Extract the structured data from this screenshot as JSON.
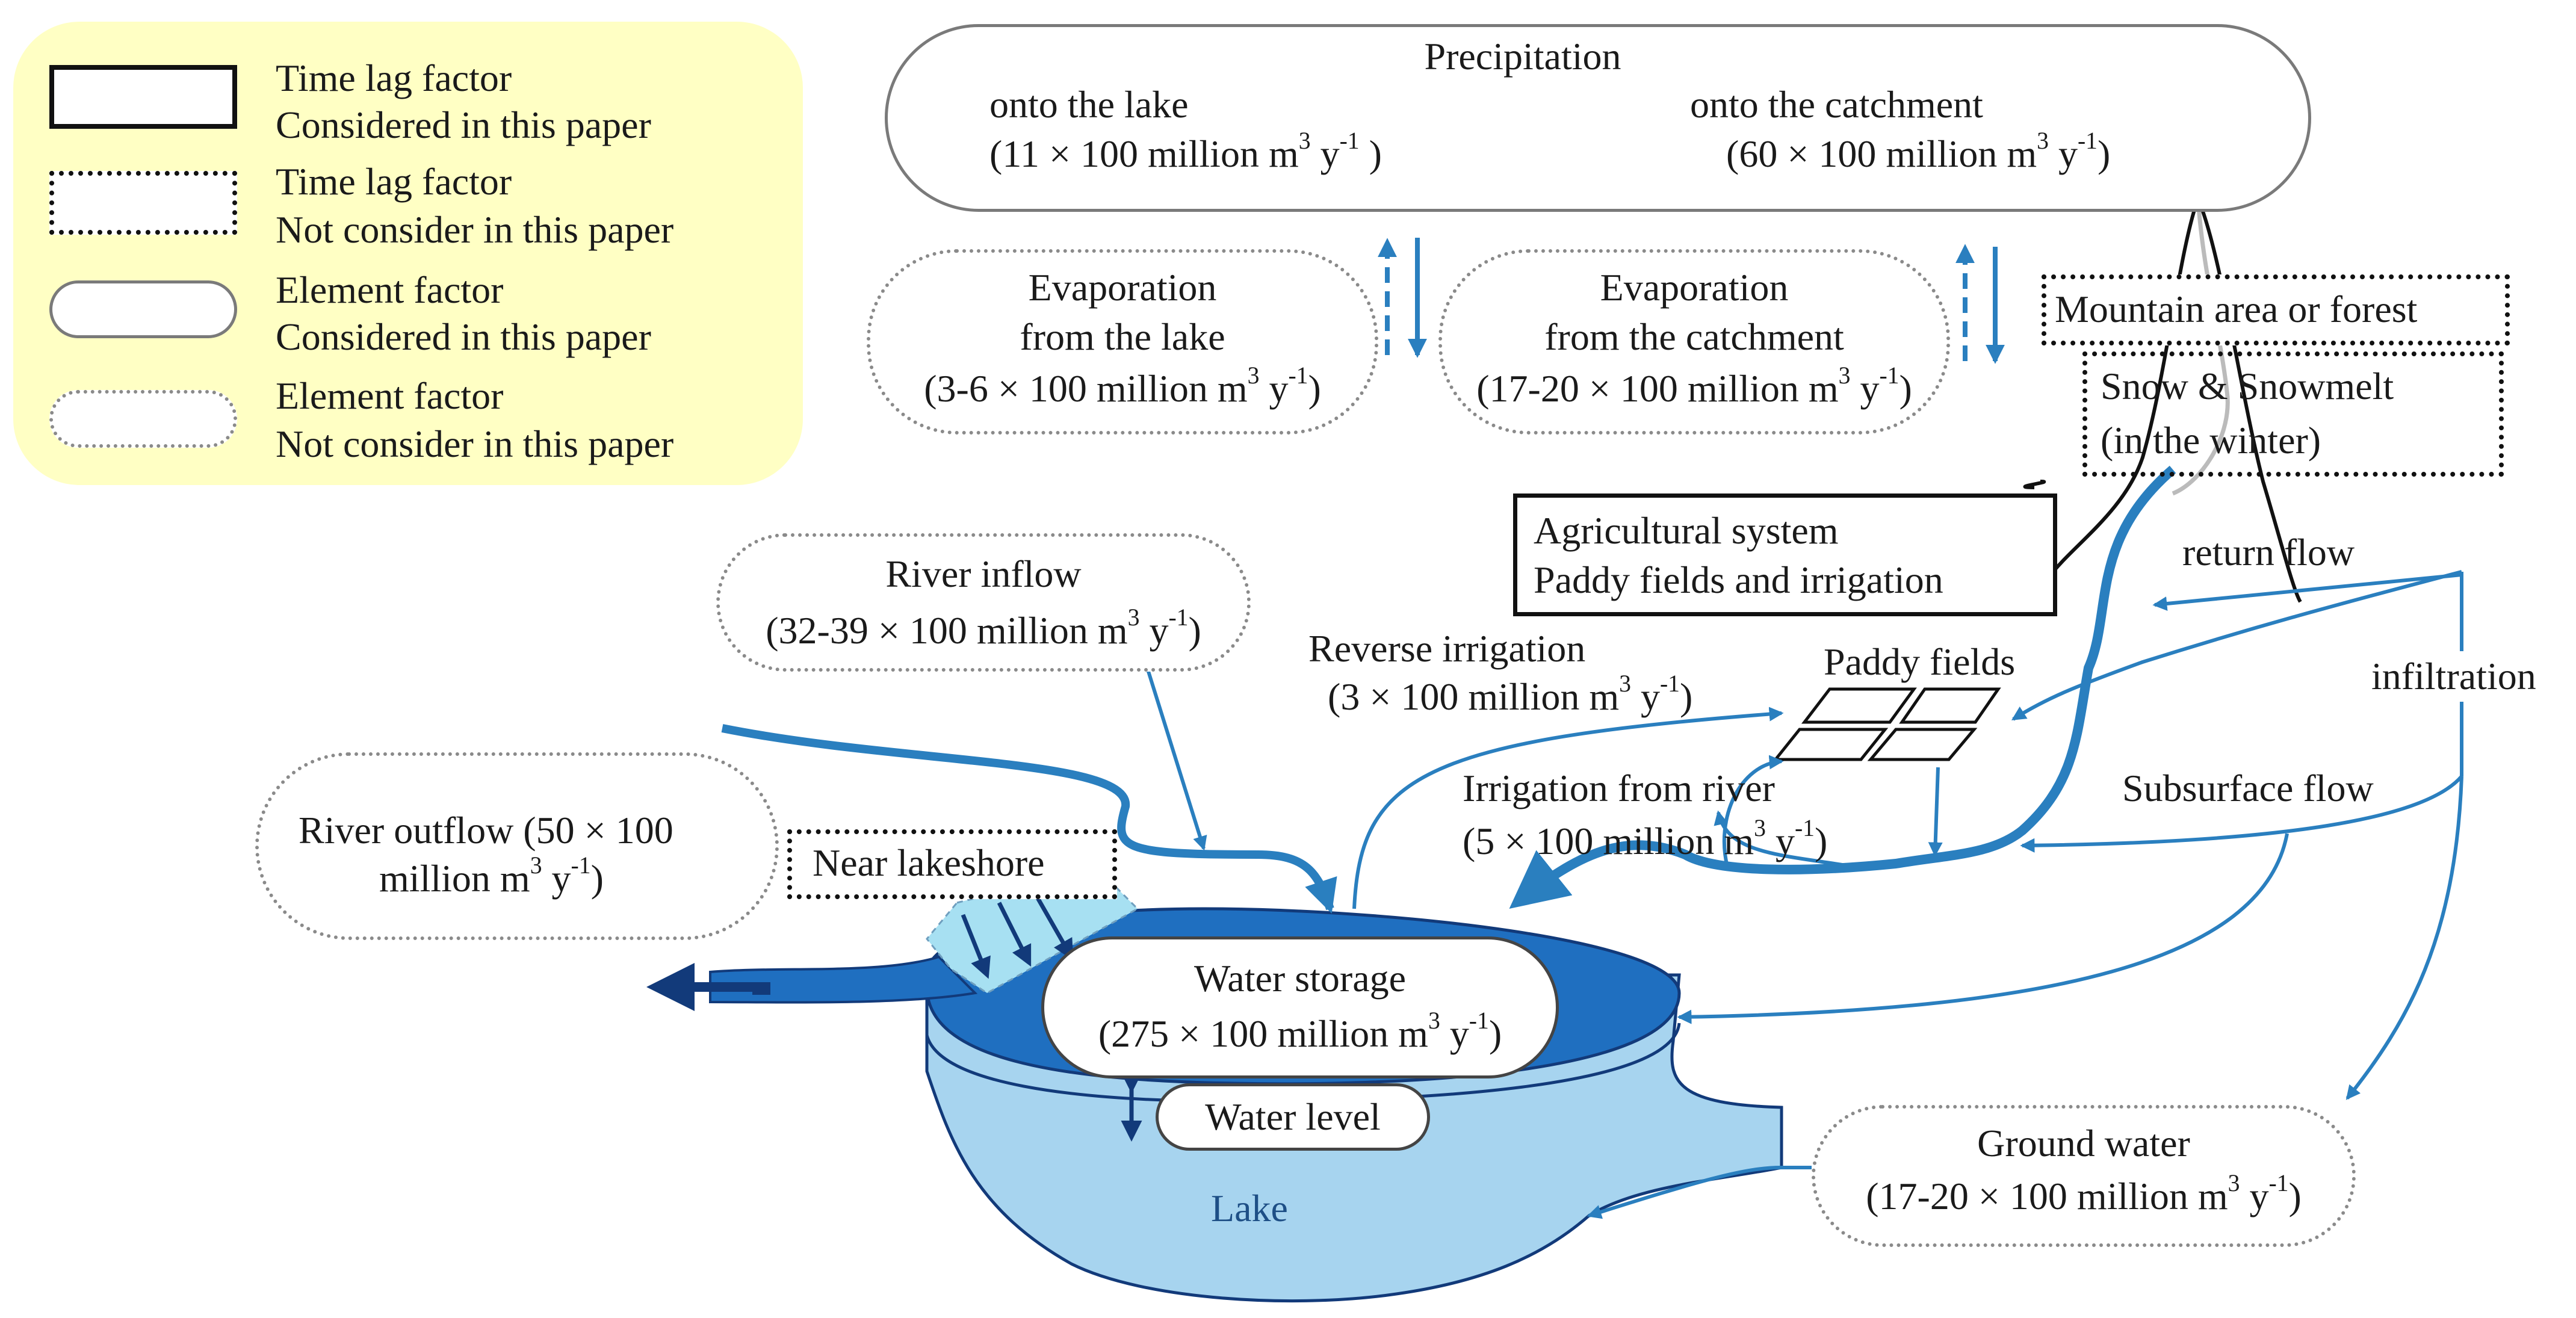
{
  "legend": {
    "items": [
      {
        "line1": "Time lag factor",
        "line2": "Considered in this paper"
      },
      {
        "line1": "Time lag factor",
        "line2": "Not consider in this paper"
      },
      {
        "line1": "Element factor",
        "line2": "Considered in this paper"
      },
      {
        "line1": "Element factor",
        "line2": "Not consider in this paper"
      }
    ]
  },
  "precipitation": {
    "title": "Precipitation",
    "lake_label": "onto the lake",
    "lake_value_pre": "(11 × 100 million m",
    "lake_value_post": " )",
    "catchment_label": "onto the catchment",
    "catchment_value_pre": "(60 × 100 million m",
    "catchment_value_post": ")"
  },
  "evap_lake": {
    "line1": "Evaporation",
    "line2": "from the  lake",
    "line3_pre": "(3-6 × 100 million m",
    "line3_post": ")"
  },
  "evap_catchment": {
    "line1": "Evaporation",
    "line2": "from the  catchment",
    "line3_pre": "(17-20 × 100 million m",
    "line3_post": ")"
  },
  "mountain": {
    "label": "Mountain area or forest"
  },
  "snow": {
    "line1": "Snow & Snowmelt",
    "line2": "(in the winter)"
  },
  "agri": {
    "line1": "Agricultural system",
    "line2": "Paddy fields and irrigation"
  },
  "return_flow": "return flow",
  "infiltration": "infiltration",
  "river_inflow": {
    "line1": "River inflow",
    "line2_pre": "(32-39 × 100 million m",
    "line2_post": ")"
  },
  "reverse_irrigation": {
    "line1": "Reverse irrigation",
    "line2_pre": "(3 × 100 million m",
    "line2_post": ")"
  },
  "paddy_fields": "Paddy fields",
  "irrigation_river": {
    "line1": "Irrigation from river",
    "line2_pre": "(5 × 100 million m",
    "line2_post": ")"
  },
  "subsurface_flow": "Subsurface flow",
  "river_outflow": {
    "line1": "River outflow  (50 × 100",
    "line2_pre": "million m",
    "line2_post": ")"
  },
  "near_lakeshore": "Near lakeshore",
  "water_storage": {
    "line1": "Water storage",
    "line2_pre": "(275 × 100 million m",
    "line2_post": ")"
  },
  "water_level": "Water level",
  "lake": "Lake",
  "ground_water": {
    "line1": "Ground water",
    "line2_pre": "(17-20 × 100 million m",
    "line2_post": ")"
  },
  "units": {
    "cube": "3",
    "per_year": " y",
    "minus_one": "-1"
  },
  "colors": {
    "flow": "#2a7fbf",
    "outflow": "#123a7a",
    "lake_top": "#1f6fc0",
    "lake_body": "#a7d4ef",
    "legend_bg": "#ffffc4"
  }
}
